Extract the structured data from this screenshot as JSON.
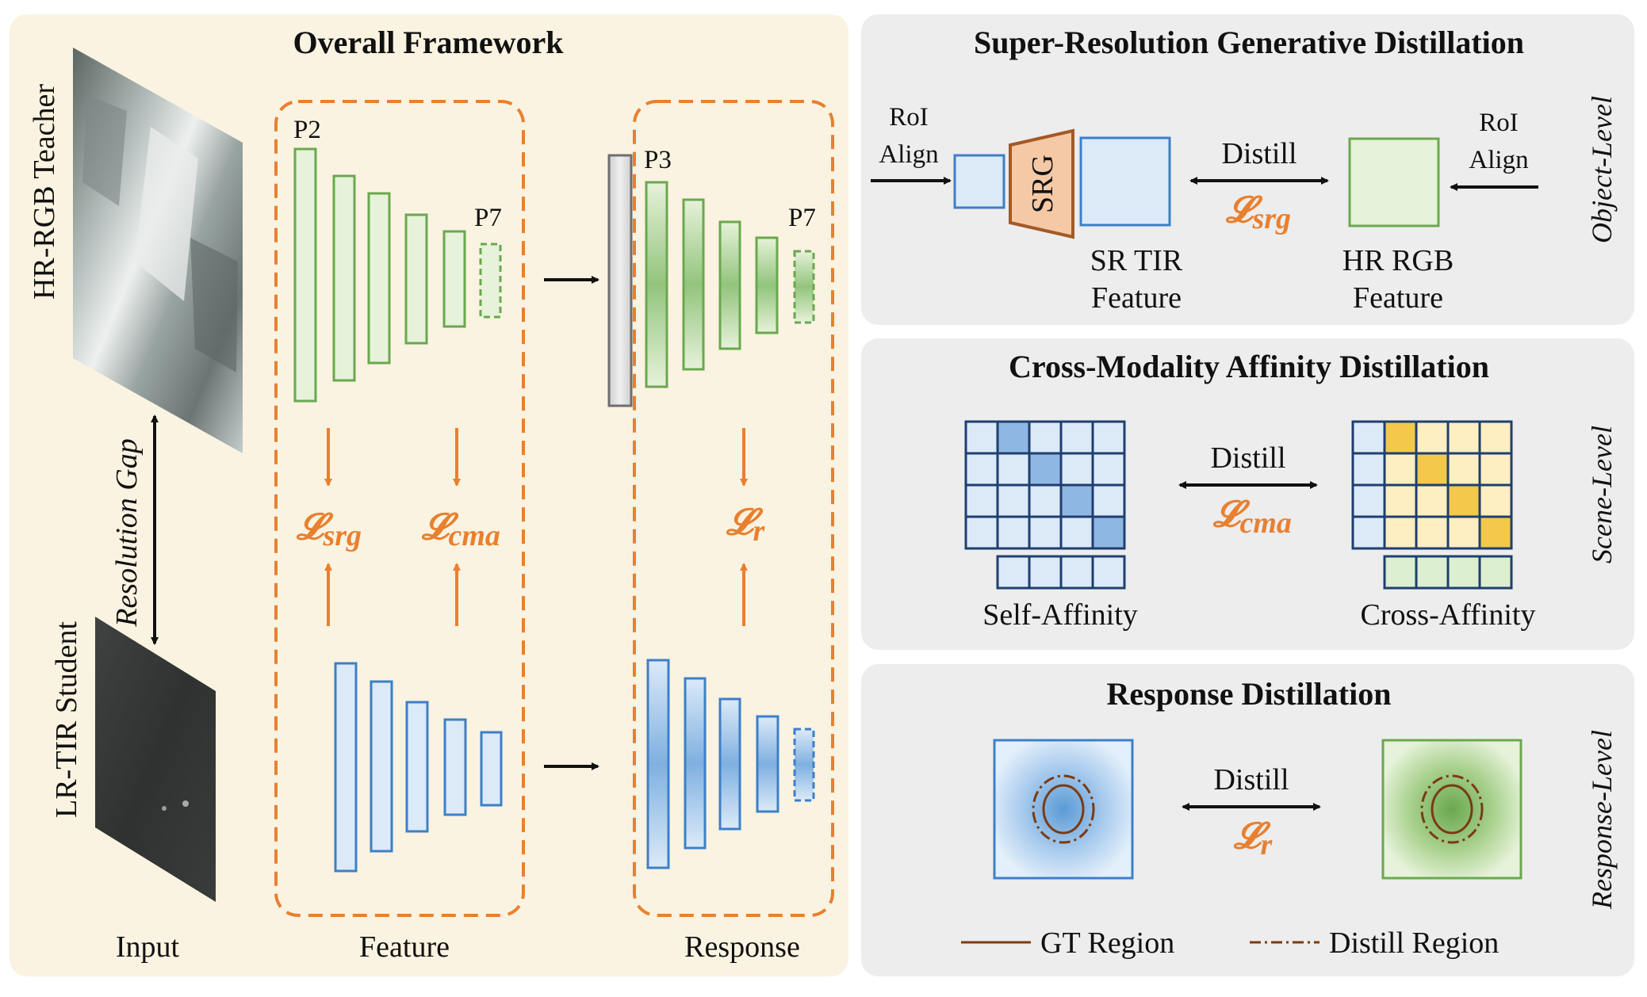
{
  "overall": {
    "title": "Overall Framework",
    "teacher_label": "HR-RGB Teacher",
    "student_label": "LR-TIR Student",
    "gap_label": "Resolution Gap",
    "input_label": "Input",
    "feature_label": "Feature",
    "response_label": "Response",
    "feature_top_left": "P2",
    "feature_top_right": "P7",
    "response_top_left": "P3",
    "response_top_right": "P7",
    "loss_srg_main": "𝓛",
    "loss_srg_sub": "srg",
    "loss_cma_main": "𝓛",
    "loss_cma_sub": "cma",
    "loss_r_main": "𝓛",
    "loss_r_sub": "r"
  },
  "srg_panel": {
    "title": "Super-Resolution Generative Distillation",
    "side_label": "Object-Level",
    "roi_left_1": "RoI",
    "roi_left_2": "Align",
    "roi_right_1": "RoI",
    "roi_right_2": "Align",
    "srg_block": "SRG",
    "distill": "Distill",
    "loss_main": "𝓛",
    "loss_sub": "srg",
    "sr_tir_1": "SR TIR",
    "sr_tir_2": "Feature",
    "hr_rgb_1": "HR RGB",
    "hr_rgb_2": "Feature"
  },
  "cma_panel": {
    "title": "Cross-Modality Affinity Distillation",
    "side_label": "Scene-Level",
    "distill": "Distill",
    "loss_main": "𝓛",
    "loss_sub": "cma",
    "self_affinity": "Self-Affinity",
    "cross_affinity": "Cross-Affinity"
  },
  "resp_panel": {
    "title": "Response Distillation",
    "side_label": "Response-Level",
    "distill": "Distill",
    "loss_main": "𝓛",
    "loss_sub": "r",
    "legend_gt": "GT Region",
    "legend_distill": "Distill Region"
  },
  "colors": {
    "orange": "#e8802f",
    "green": "#6aa84f",
    "blue": "#3d7fc9",
    "panel_left_bg": "#faf3e1",
    "panel_right_bg": "#ededed",
    "srg_fill": "#f6c9a6",
    "srg_stroke": "#a35a25"
  }
}
